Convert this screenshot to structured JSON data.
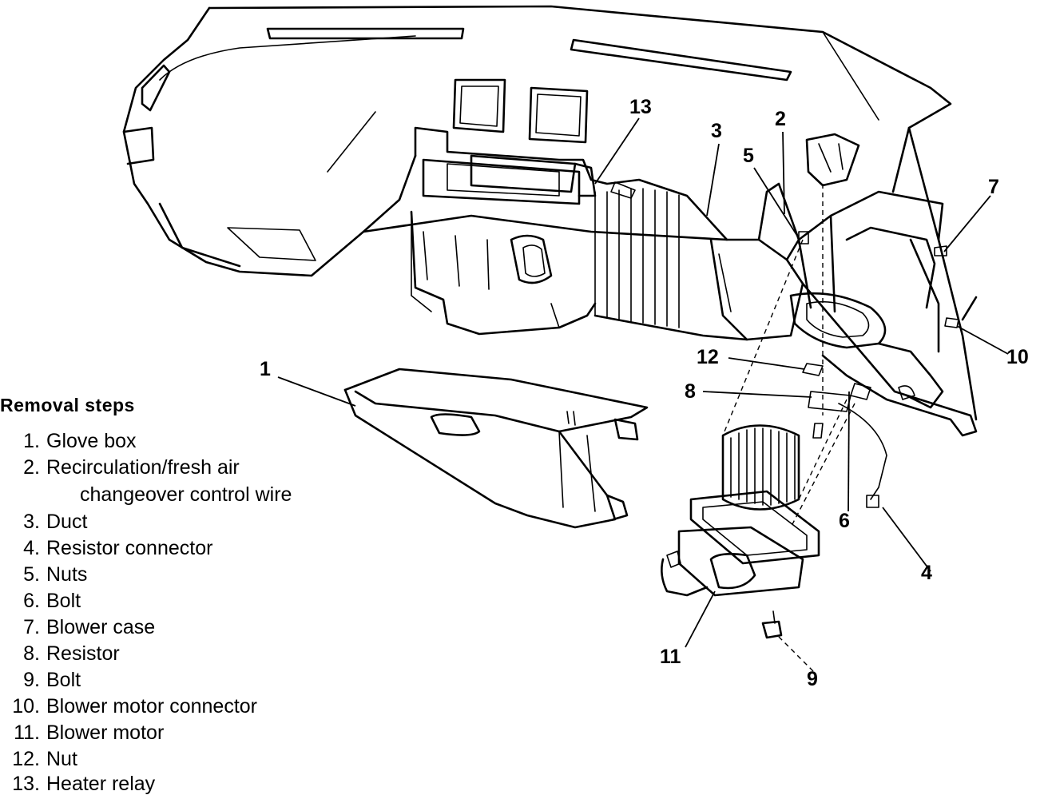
{
  "callouts": {
    "c1": "1",
    "c2": "2",
    "c3": "3",
    "c4": "4",
    "c5": "5",
    "c6": "6",
    "c7": "7",
    "c8": "8",
    "c9": "9",
    "c10": "10",
    "c11": "11",
    "c12": "12",
    "c13": "13"
  },
  "removal": {
    "title": "Removal  steps",
    "steps": [
      {
        "num": "1.",
        "text": "Glove box"
      },
      {
        "num": "2.",
        "text": "Recirculation/fresh air",
        "text2": "changeover control  wire"
      },
      {
        "num": "3.",
        "text": "Duct"
      },
      {
        "num": "4.",
        "text": "Resistor connector"
      },
      {
        "num": "5.",
        "text": "Nuts"
      },
      {
        "num": "6.",
        "text": "Bolt"
      },
      {
        "num": "7.",
        "text": "Blower case"
      },
      {
        "num": "8.",
        "text": "Resistor"
      },
      {
        "num": "9.",
        "text": "Bolt"
      },
      {
        "num": "10.",
        "text": "Blower motor connector"
      },
      {
        "num": "11.",
        "text": "Blower motor"
      },
      {
        "num": "12.",
        "text": "Nut"
      },
      {
        "num": "13.",
        "text": "Heater relay"
      }
    ]
  }
}
